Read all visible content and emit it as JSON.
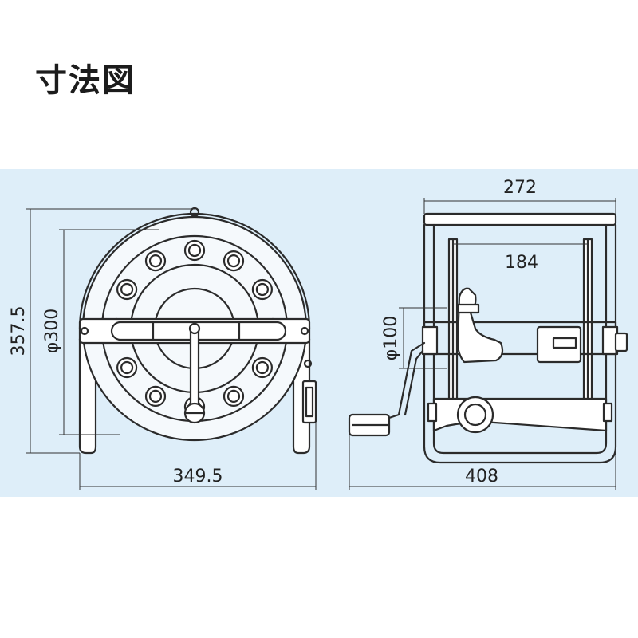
{
  "title": "寸法図",
  "colors": {
    "panel_background": "#deeef9",
    "outline": "#2b2b2b",
    "part_fill": "#ffffff",
    "drum_fill": "#f5f9fc",
    "dimension_line": "#333333"
  },
  "front_view": {
    "width_label": "349.5",
    "height_label": "357.5",
    "diameter_label": "φ300"
  },
  "side_view": {
    "top_width_label": "272",
    "inner_width_label": "184",
    "bottom_width_label": "408",
    "hub_diameter_label": "φ100"
  }
}
